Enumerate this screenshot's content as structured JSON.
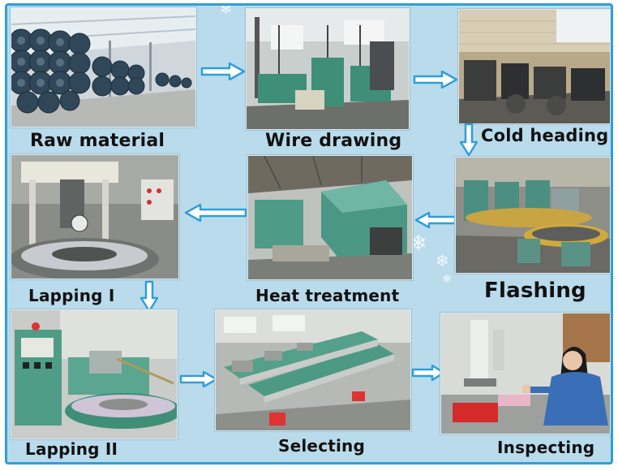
{
  "steps": [
    {
      "id": "raw",
      "label": "Raw material"
    },
    {
      "id": "wire",
      "label": "Wire drawing"
    },
    {
      "id": "cold",
      "label": "Cold heading"
    },
    {
      "id": "lap1",
      "label": "Lapping I"
    },
    {
      "id": "heat",
      "label": "Heat treatment"
    },
    {
      "id": "flash",
      "label": "Flashing"
    },
    {
      "id": "lap2",
      "label": "Lapping II"
    },
    {
      "id": "select",
      "label": "Selecting"
    },
    {
      "id": "inspect",
      "label": "Inspecting"
    }
  ],
  "colors": {
    "background": "#b9dbec",
    "border": "#2f9fd8",
    "arrow_fill": "#ffffff",
    "arrow_stroke": "#2f9fd8",
    "machine_green": "#3f8f78",
    "label_text": "#111111"
  },
  "icons": {
    "arrow": "hollow-arrow-icon",
    "decoration": "snowflake-icon"
  }
}
